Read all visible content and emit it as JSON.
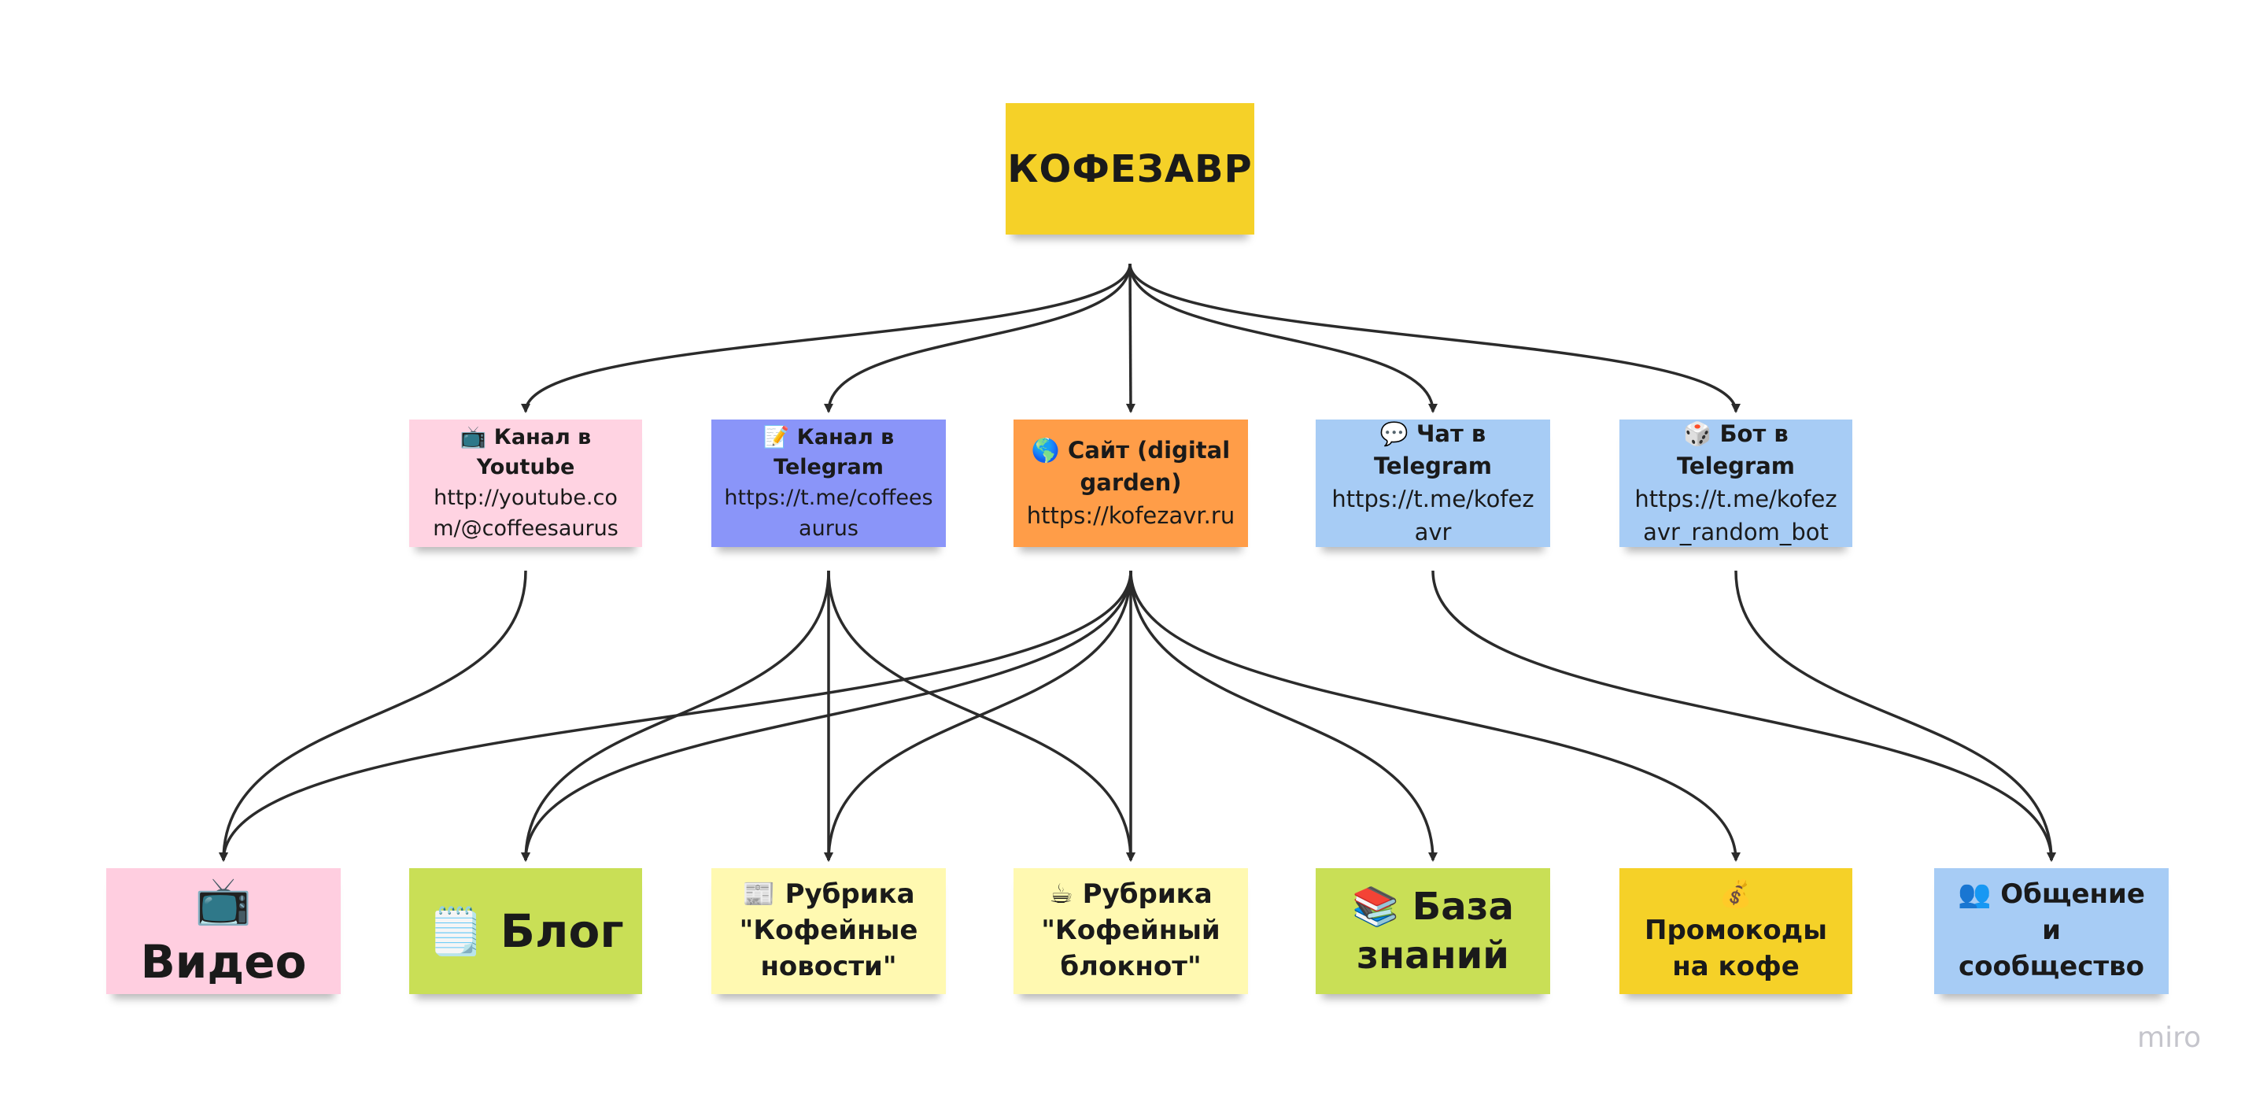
{
  "root": {
    "label": "КОФЕЗАВР",
    "color": "#f5d128"
  },
  "channels": [
    {
      "id": "youtube",
      "icon": "📺",
      "title": "Канал в Youtube",
      "url": "http://youtube.com/@coffeesaurus",
      "color": "#ffd3e2",
      "icon_name": "tv-icon"
    },
    {
      "id": "tg-channel",
      "icon": "📝",
      "title": "Канал в Telegram",
      "url": "https://t.me/coffeesaurus",
      "color": "#8a95f9",
      "icon_name": "memo-icon"
    },
    {
      "id": "site",
      "icon": "🌎",
      "title": "Сайт (digital garden)",
      "url": "https://kofezavr.ru",
      "color": "#ff9d48",
      "icon_name": "globe-icon"
    },
    {
      "id": "tg-chat",
      "icon": "💬",
      "title": "Чат в Telegram",
      "url": "https://t.me/kofezavr",
      "color": "#a7ccf5",
      "icon_name": "speech-bubble-icon"
    },
    {
      "id": "tg-bot",
      "icon": "🎲",
      "title": "Бот в Telegram",
      "url": "https://t.me/kofezavr_random_bot",
      "color": "#a7ccf5",
      "icon_name": "dice-icon"
    }
  ],
  "outputs": [
    {
      "id": "video",
      "icon": "📺",
      "title": "Видео",
      "color": "#ffcee0",
      "icon_name": "tv-icon"
    },
    {
      "id": "blog",
      "icon": "🗒️",
      "title": "Блог",
      "color": "#c9df56",
      "icon_name": "notepad-icon"
    },
    {
      "id": "news",
      "icon": "📰",
      "title": "Рубрика \"Кофейные новости\"",
      "color": "#fff9b1",
      "icon_name": "newspaper-icon"
    },
    {
      "id": "notebook",
      "icon": "☕",
      "title": "Рубрика \"Кофейный блокнот\"",
      "color": "#fff9b1",
      "icon_name": "coffee-icon"
    },
    {
      "id": "kb",
      "icon": "📚",
      "title": "База знаний",
      "color": "#c9df56",
      "icon_name": "books-icon"
    },
    {
      "id": "promo",
      "icon": "💰",
      "title": "Промокоды на кофе",
      "color": "#f5d128",
      "icon_name": "money-bag-icon"
    },
    {
      "id": "community",
      "icon": "👥",
      "title": "Общение и сообщество",
      "color": "#a7ccf5",
      "icon_name": "people-icon"
    }
  ],
  "connections": [
    [
      "root",
      "youtube"
    ],
    [
      "root",
      "tg-channel"
    ],
    [
      "root",
      "site"
    ],
    [
      "root",
      "tg-chat"
    ],
    [
      "root",
      "tg-bot"
    ],
    [
      "youtube",
      "video"
    ],
    [
      "tg-channel",
      "blog"
    ],
    [
      "tg-channel",
      "news"
    ],
    [
      "tg-channel",
      "notebook"
    ],
    [
      "site",
      "video"
    ],
    [
      "site",
      "blog"
    ],
    [
      "site",
      "news"
    ],
    [
      "site",
      "notebook"
    ],
    [
      "site",
      "kb"
    ],
    [
      "site",
      "promo"
    ],
    [
      "tg-chat",
      "community"
    ],
    [
      "tg-bot",
      "community"
    ]
  ],
  "brand": "miro"
}
